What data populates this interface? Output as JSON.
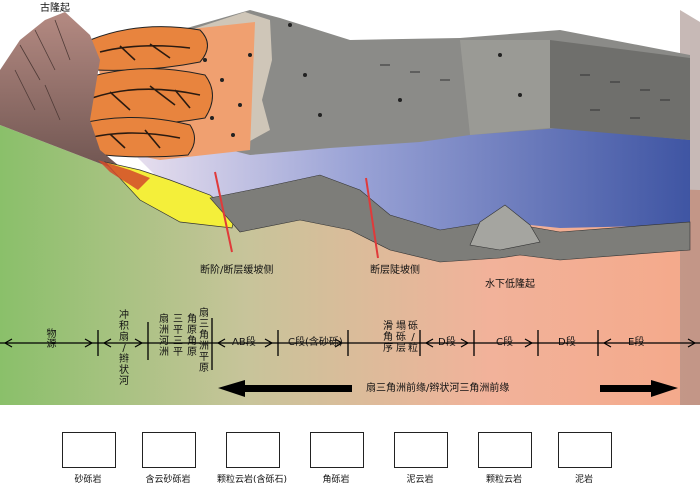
{
  "title_label": "古隆起",
  "features": {
    "fault_gentle": "断阶/断层缓坡侧",
    "fault_steep": "断层陡坡侧",
    "underwater_uplift": "水下低隆起"
  },
  "zones": {
    "provenance": "物源",
    "alluvial_fan": [
      "冲",
      "积",
      "扇",
      "/",
      "辫",
      "状",
      "河"
    ],
    "fan_delta_col1": [
      "扇",
      "洲",
      "河",
      "洲"
    ],
    "fan_delta_col2": [
      "三",
      "平",
      "三",
      "平"
    ],
    "fan_delta_col3": [
      "角",
      "原",
      "角",
      "原"
    ],
    "fan_delta_col0": [
      "扇",
      "三",
      "角",
      "洲",
      "平",
      "原"
    ],
    "ab": "AB段",
    "c1": "C段(含砂砾)",
    "slump": [
      "滑",
      "角",
      "序"
    ],
    "slump2": [
      "塌",
      "砾",
      "层"
    ],
    "slump3": [
      "砾",
      "/",
      "粒"
    ],
    "d1": "D段",
    "c2": "C段",
    "d2": "D段",
    "e": "E段"
  },
  "front_label": "扇三角洲前缘/辫状河三角洲前缘",
  "legend": [
    {
      "name": "砂砾岩",
      "icon": "gravel-sandstone-icon"
    },
    {
      "name": "含云砂砾岩",
      "icon": "dolomitic-gravel-sandstone-icon"
    },
    {
      "name": "颗粒云岩(含砾石)",
      "icon": "grain-dolomite-gravel-icon"
    },
    {
      "name": "角砾岩",
      "icon": "breccia-icon"
    },
    {
      "name": "泥云岩",
      "icon": "muddy-dolomite-icon"
    },
    {
      "name": "颗粒云岩",
      "icon": "grain-dolomite-icon"
    },
    {
      "name": "泥岩",
      "icon": "mudstone-icon"
    }
  ],
  "colors": {
    "green": "#8ac06a",
    "salmon": "#f4a98a",
    "water": "#4a5fa8",
    "orange": "#e8843e",
    "gray": "#8a8a86",
    "yellow": "#f4ef3a"
  }
}
